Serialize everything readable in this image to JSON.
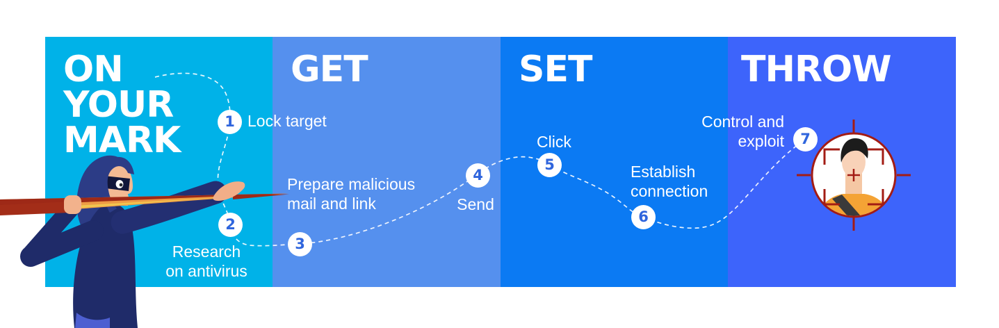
{
  "infographic": {
    "panels": [
      {
        "title": "ON\nYOUR\nMARK",
        "color": "#00b2e8"
      },
      {
        "title": "GET",
        "color": "#5590ee"
      },
      {
        "title": "SET",
        "color": "#0b7af3"
      },
      {
        "title": "THROW",
        "color": "#3d64fb"
      }
    ],
    "steps": [
      {
        "num": "1",
        "label": "Lock target"
      },
      {
        "num": "2",
        "label": "Research\non antivirus"
      },
      {
        "num": "3",
        "label": "Prepare malicious\nmail and link"
      },
      {
        "num": "4",
        "label": "Send"
      },
      {
        "num": "5",
        "label": "Click"
      },
      {
        "num": "6",
        "label": "Establish\nconnection"
      },
      {
        "num": "7",
        "label": "Control and\nexploit"
      }
    ],
    "colors": {
      "panel_1": "#00b2e8",
      "panel_2": "#5590ee",
      "panel_3": "#0b7af3",
      "panel_4": "#3d64fb",
      "step_badge_bg": "#ffffff",
      "step_badge_text": "#2f65dd",
      "label_text": "#ffffff",
      "dashed_path": "#ffffff",
      "javelin_dark_red": "#9e2917",
      "javelin_orange": "#ee9c45",
      "javelin_yellow": "#f2c54f",
      "hoodie_navy": "#1f2b69",
      "hood_blue": "#2c3c86",
      "skin": "#f2b28c",
      "pants": "#4d5fd1",
      "target_red": "#a31c14",
      "target_shirt": "#f4a335",
      "target_hair": "#1c1c1c",
      "target_strap": "#3a3a3a",
      "target_skin": "#f8d2b8"
    },
    "icons": {
      "attacker": "hooded-attacker-throwing-javelin-illustration",
      "target": "person-in-crosshair-target-illustration"
    }
  }
}
